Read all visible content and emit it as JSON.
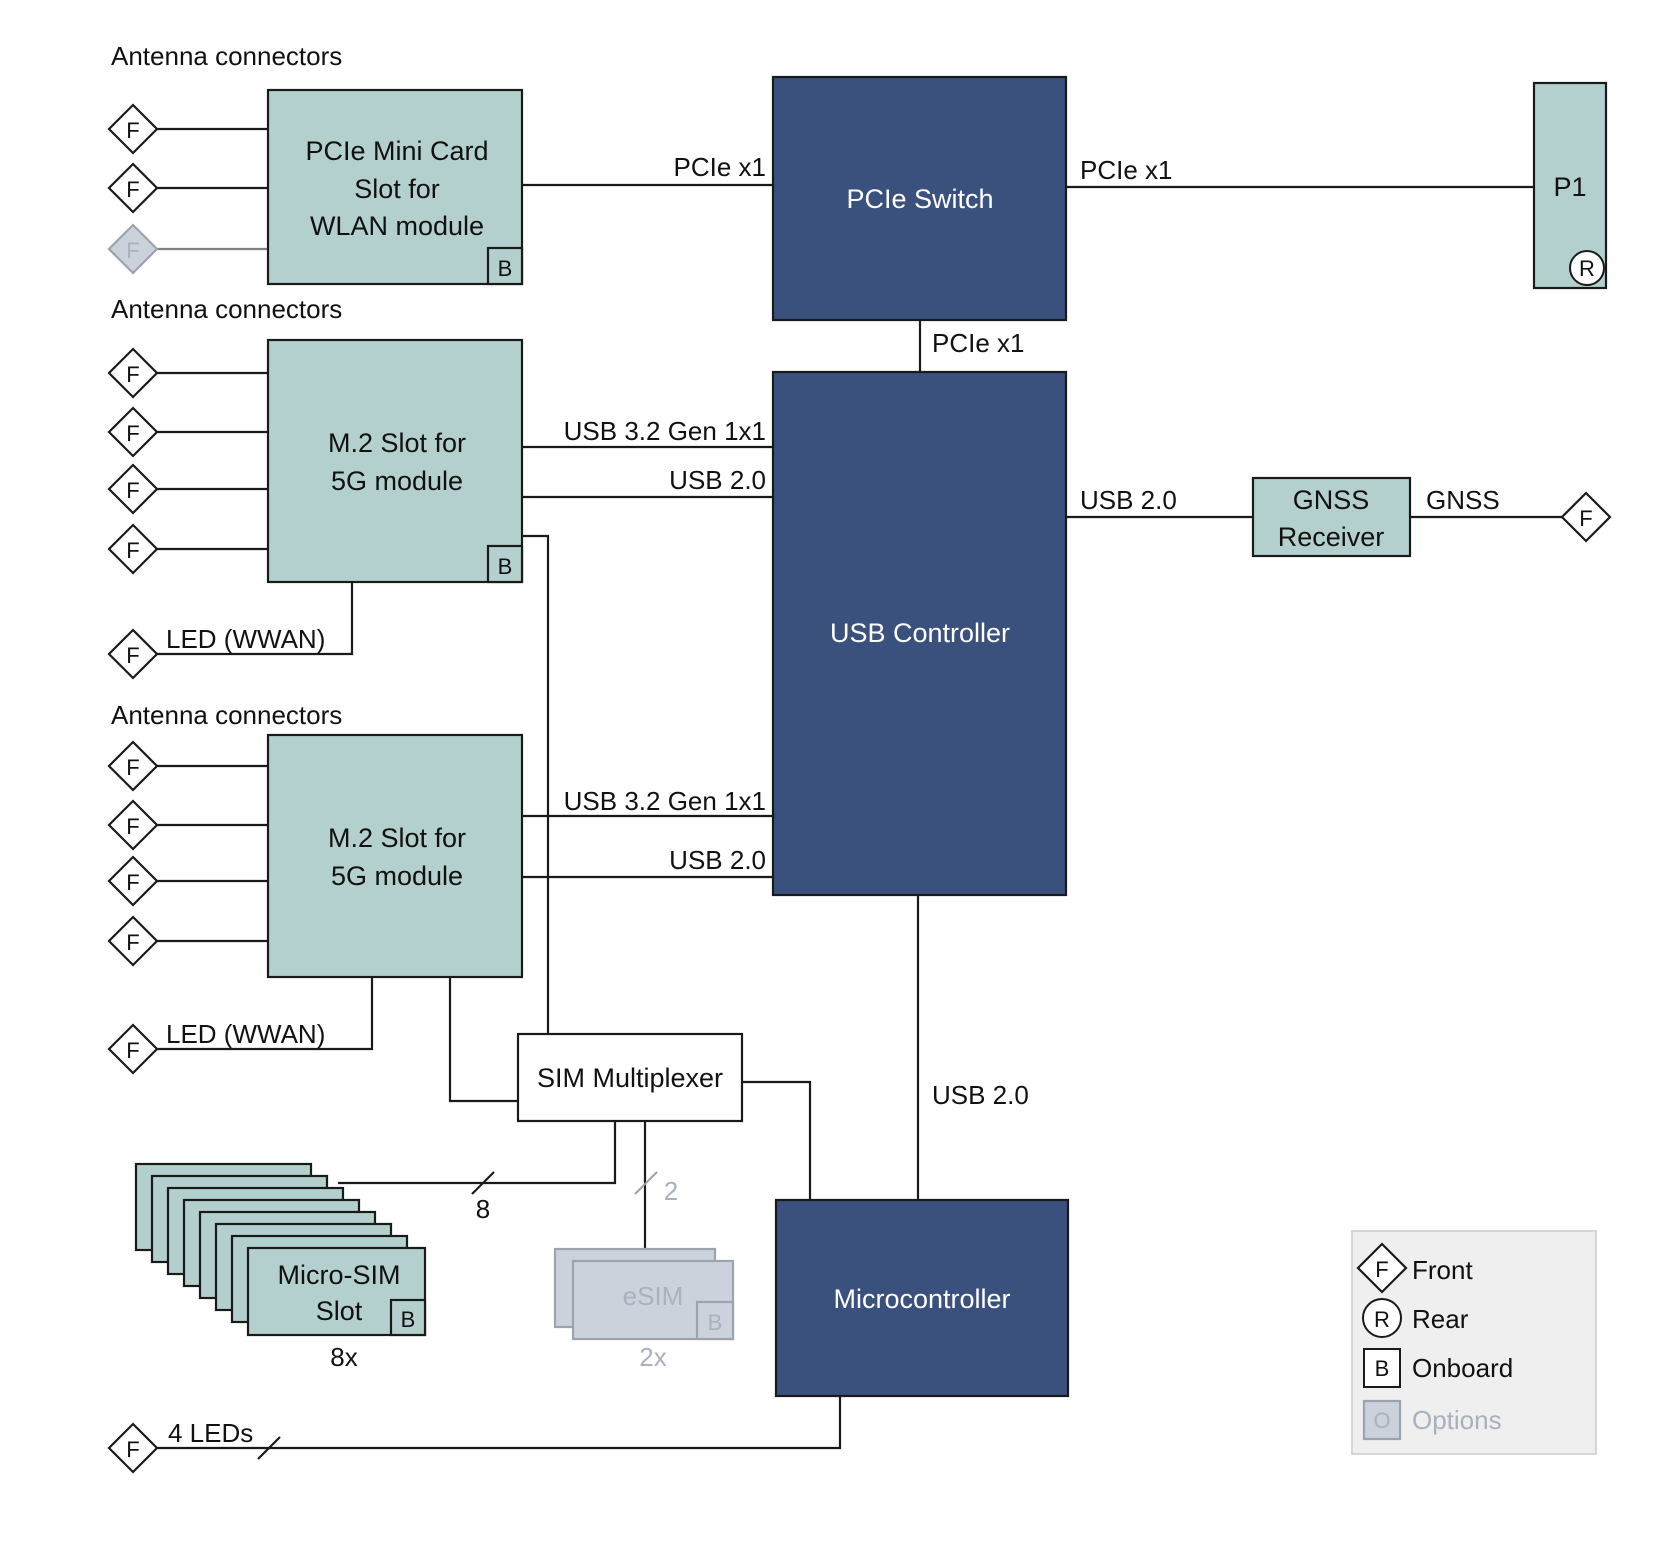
{
  "diagram": {
    "antenna_heading_1": "Antenna connectors",
    "antenna_heading_2": "Antenna connectors",
    "antenna_heading_3": "Antenna connectors",
    "front_marker": "F",
    "rear_marker": "R",
    "onboard_marker": "B",
    "wlan_slot": {
      "line1": "PCIe Mini Card",
      "line2": "Slot for",
      "line3": "WLAN module"
    },
    "m2_slot_1": {
      "line1": "M.2 Slot for",
      "line2": "5G module"
    },
    "m2_slot_2": {
      "line1": "M.2 Slot for",
      "line2": "5G module"
    },
    "pcie_switch": "PCIe Switch",
    "p1": "P1",
    "usb_controller": "USB Controller",
    "gnss": {
      "line1": "GNSS",
      "line2": "Receiver"
    },
    "gnss_link": "GNSS",
    "sim_multiplexer": "SIM Multiplexer",
    "microcontroller": "Microcontroller",
    "micro_sim": {
      "line1": "Micro-SIM",
      "line2": "Slot",
      "count": "8x",
      "bus_width": "8"
    },
    "esim": {
      "label": "eSIM",
      "count": "2x",
      "bus_width": "2"
    },
    "links": {
      "wlan_to_switch": "PCIe x1",
      "switch_to_p1": "PCIe x1",
      "switch_to_usb": "PCIe x1",
      "m2_1_usb3": "USB 3.2 Gen 1x1",
      "m2_1_usb2": "USB 2.0",
      "m2_2_usb3": "USB 3.2 Gen 1x1",
      "m2_2_usb2": "USB 2.0",
      "usb_to_gnss": "USB 2.0",
      "usb_to_micro": "USB 2.0"
    },
    "led_wwan_1": "LED (WWAN)",
    "led_wwan_2": "LED (WWAN)",
    "leds": "4 LEDs"
  },
  "legend": {
    "front": {
      "symbol": "F",
      "label": "Front"
    },
    "rear": {
      "symbol": "R",
      "label": "Rear"
    },
    "onboard": {
      "symbol": "B",
      "label": "Onboard"
    },
    "options": {
      "symbol": "O",
      "label": "Options"
    }
  },
  "colors": {
    "slot_fill": "#b3d0ce",
    "controller_fill": "#3a507d",
    "option_fill": "#ccd2dc",
    "option_text": "#a9b1bd"
  }
}
